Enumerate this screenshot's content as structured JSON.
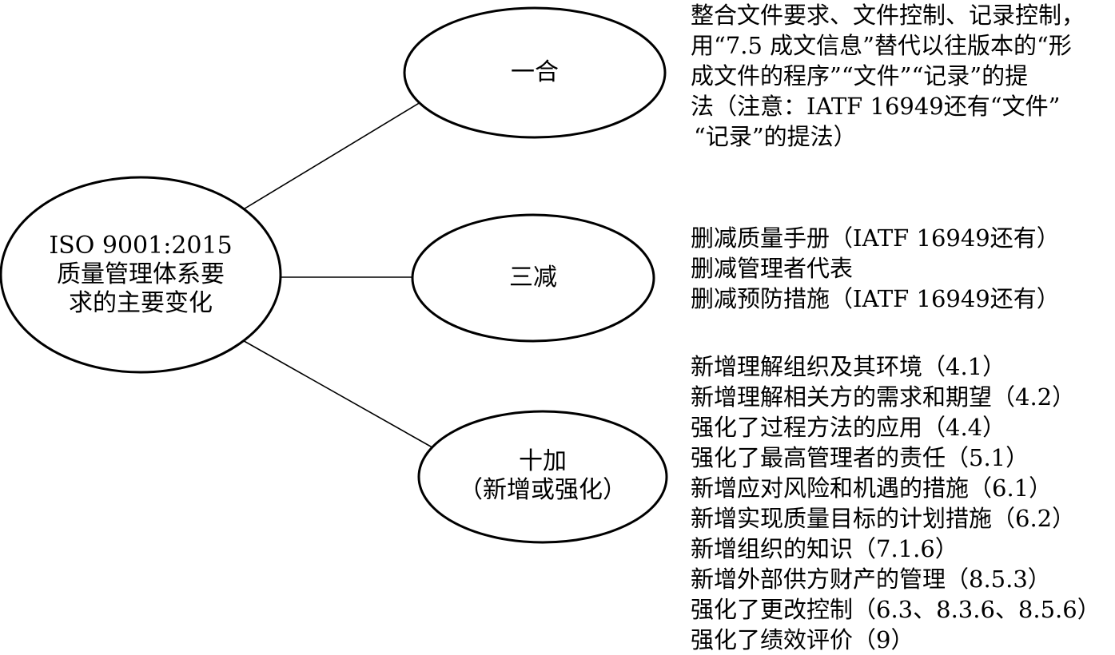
{
  "root": {
    "lines": [
      "ISO 9001:2015",
      "质量管理体系要",
      "求的主要变化"
    ]
  },
  "branches": [
    {
      "id": "yihe",
      "label_lines": [
        "一合"
      ],
      "details": [
        "整合文件要求、文件控制、记录控制，",
        "用“7.5 成文信息”替代以往版本的“形",
        "成文件的程序”“文件”“记录”的提",
        "法（注意：IATF 16949还有“文件”",
        "“记录”的提法）"
      ]
    },
    {
      "id": "sanjian",
      "label_lines": [
        "三减"
      ],
      "details": [
        "删减质量手册（IATF 16949还有）",
        "删减管理者代表",
        "删减预防措施（IATF 16949还有）"
      ]
    },
    {
      "id": "shijia",
      "label_lines": [
        "十加",
        "（新增或强化）"
      ],
      "details": [
        "新增理解组织及其环境（4.1）",
        "新增理解相关方的需求和期望（4.2）",
        "强化了过程方法的应用（4.4）",
        "强化了最高管理者的责任（5.1）",
        "新增应对风险和机遇的措施（6.1）",
        "新增实现质量目标的计划措施（6.2）",
        "新增组织的知识（7.1.6）",
        "新增外部供方财产的管理（8.5.3）",
        "强化了更改控制（6.3、8.3.6、8.5.6）",
        "强化了绩效评价（9）"
      ]
    }
  ],
  "colors": {
    "stroke": "#000000",
    "fill": "#ffffff",
    "text": "#000000"
  }
}
